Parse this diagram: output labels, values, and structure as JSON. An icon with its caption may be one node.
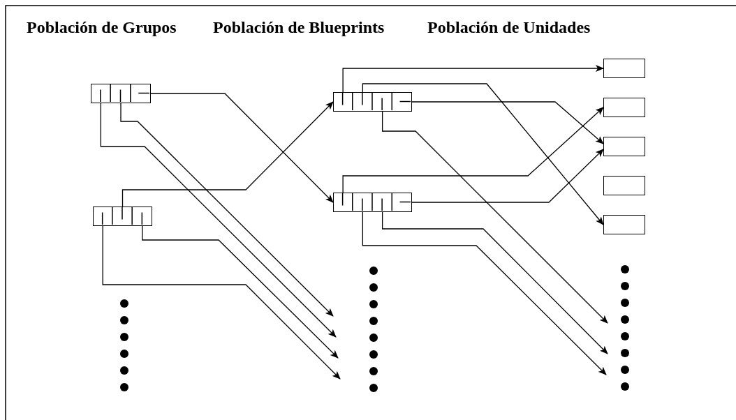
{
  "diagram": {
    "nodes": [
      {
        "text": [],
        "shape": "box"
      },
      {
        "text": [],
        "shape": "box"
      },
      {
        "text": [],
        "shape": "box"
      },
      {
        "text": [],
        "shape": "box"
      },
      {
        "text": [],
        "shape": "box"
      },
      {
        "text": [],
        "shape": "box"
      },
      {
        "text": [],
        "shape": "box"
      },
      {
        "text": [],
        "shape": "box"
      },
      {
        "text": [],
        "shape": "box"
      }
    ],
    "edges": [
      {
        "from": 0,
        "to": 3,
        "arrow": "to"
      },
      {
        "from": 0,
        "to": null,
        "arrow": "to"
      },
      {
        "from": 0,
        "to": null,
        "arrow": "to"
      },
      {
        "from": 1,
        "to": 2,
        "arrow": "to"
      },
      {
        "from": 1,
        "to": null,
        "arrow": "to"
      },
      {
        "from": 1,
        "to": null,
        "arrow": "to"
      },
      {
        "from": 2,
        "to": 4,
        "arrow": "to"
      },
      {
        "from": 2,
        "to": 8,
        "arrow": "to"
      },
      {
        "from": 2,
        "to": 6,
        "arrow": "to"
      },
      {
        "from": 2,
        "to": null,
        "arrow": "to"
      },
      {
        "from": 3,
        "to": 5,
        "arrow": "to"
      },
      {
        "from": 3,
        "to": 6,
        "arrow": "to"
      },
      {
        "from": 3,
        "to": null,
        "arrow": "to"
      },
      {
        "from": 3,
        "to": null,
        "arrow": "to"
      }
    ],
    "labels": [
      "Población de Grupos",
      "Población de Blueprints",
      "Población de Unidades"
    ]
  }
}
